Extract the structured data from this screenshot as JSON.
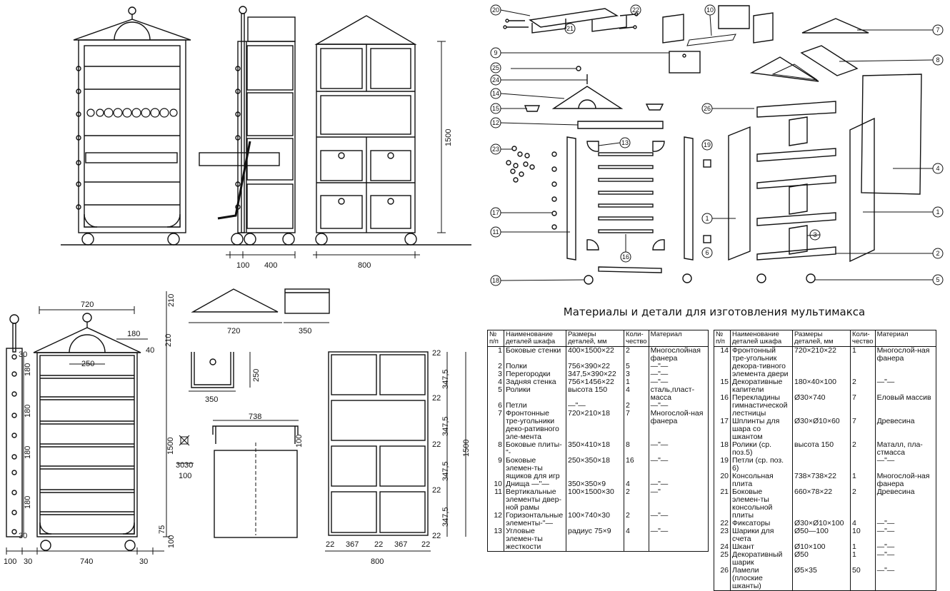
{
  "dimensions": {
    "front_width": "720",
    "depth": "400",
    "depth_side": "100",
    "back_width": "800",
    "total_height": "1500",
    "pediment_width": "720",
    "pediment_height": "210",
    "pediment_depth": "350",
    "capital": "180",
    "capital_h": "40",
    "arch": "250",
    "plinth_top": "210",
    "shelf_step": "180",
    "edge": "30",
    "inner": "740",
    "foot": "100",
    "drawer_w": "350",
    "drawer_h": "250",
    "table_w": "738",
    "table_h": "100",
    "bolt_a": "30",
    "bolt_b": "30",
    "bolt_c": "100",
    "side_small": "75",
    "cell": "347,5",
    "cell_w": "367",
    "rail": "22",
    "bottom_width": "800"
  },
  "callouts": [
    "20",
    "21",
    "22",
    "10",
    "7",
    "9",
    "8",
    "25",
    "24",
    "14",
    "15",
    "26",
    "12",
    "13",
    "23",
    "19",
    "4",
    "17",
    "1",
    "1",
    "11",
    "3",
    "6",
    "2",
    "16",
    "18",
    "5"
  ],
  "title": "Материалы и детали для изготовления мультимакса",
  "table_headers": [
    "№ п/п",
    "Наименование деталей шкафа",
    "Размеры деталей, мм",
    "Коли-чество",
    "Материал"
  ],
  "table_left": [
    {
      "n": "1",
      "name": "Боковые стенки",
      "size": "400×1500×22",
      "qty": "2",
      "mat": "Многослойная фанера"
    },
    {
      "n": "2",
      "name": "Полки",
      "size": "756×390×22",
      "qty": "5",
      "mat": "—\"—"
    },
    {
      "n": "3",
      "name": "Перегородки",
      "size": "347,5×390×22",
      "qty": "3",
      "mat": "—\"—"
    },
    {
      "n": "4",
      "name": "Задняя стенка",
      "size": "756×1456×22",
      "qty": "1",
      "mat": "—\"—"
    },
    {
      "n": "5",
      "name": "Ролики",
      "size": "высота 150",
      "qty": "4",
      "mat": "сталь,пласт-масса"
    },
    {
      "n": "6",
      "name": "Петли",
      "size": "—\"—",
      "qty": "2",
      "mat": "—\"—"
    },
    {
      "n": "7",
      "name": "Фронтонные тре-угольники деко-ративного эле-мента",
      "size": "720×210×18",
      "qty": "7",
      "mat": "Многослой-ная фанера"
    },
    {
      "n": "8",
      "name": "Боковые плиты-\"-",
      "size": "350×410×18",
      "qty": "8",
      "mat": "—\"—"
    },
    {
      "n": "9",
      "name": "Боковые элемен-ты ящиков для игр",
      "size": "250×350×18",
      "qty": "16",
      "mat": "—\"—"
    },
    {
      "n": "10",
      "name": "Днища —\"—",
      "size": "350×350×9",
      "qty": "4",
      "mat": "—\"—"
    },
    {
      "n": "11",
      "name": "Вертикальные элементы двер-ной рамы",
      "size": "100×1500×30",
      "qty": "2",
      "mat": "—\""
    },
    {
      "n": "12",
      "name": "Горизонтальные элементы-\"—",
      "size": "100×740×30",
      "qty": "2",
      "mat": "—\"—"
    },
    {
      "n": "13",
      "name": "Угловые элемен-ты жесткости",
      "size": "радиус 75×9",
      "qty": "4",
      "mat": "—\"—"
    }
  ],
  "table_right": [
    {
      "n": "14",
      "name": "Фронтонный тре-угольник декора-тивного элемента двери",
      "size": "720×210×22",
      "qty": "1",
      "mat": "Многослой-ная фанера"
    },
    {
      "n": "15",
      "name": "Декоративные капители",
      "size": "180×40×100",
      "qty": "2",
      "mat": "—\"—"
    },
    {
      "n": "16",
      "name": "Перекладины гимнастической лестницы",
      "size": "Ø30×740",
      "qty": "7",
      "mat": "Еловый массив"
    },
    {
      "n": "17",
      "name": "Шплинты для шара со шкантом",
      "size": "Ø30×Ø10×60",
      "qty": "7",
      "mat": "Древесина"
    },
    {
      "n": "18",
      "name": "Ролики (ср. поз.5)",
      "size": "высота 150",
      "qty": "2",
      "mat": "Маталл, пла-стмасса"
    },
    {
      "n": "19",
      "name": "Петли (ср. поз. 6)",
      "size": "",
      "qty": "",
      "mat": "—\"—"
    },
    {
      "n": "20",
      "name": "Консольная плита",
      "size": "738×738×22",
      "qty": "1",
      "mat": "Многослой-ная фанера"
    },
    {
      "n": "21",
      "name": "Боковые элемен-ты консольной плиты",
      "size": "660×78×22",
      "qty": "2",
      "mat": "Древесина"
    },
    {
      "n": "22",
      "name": "Фиксаторы",
      "size": "Ø30×Ø10×100",
      "qty": "4",
      "mat": "—\"—"
    },
    {
      "n": "23",
      "name": "Шарики для счета",
      "size": "Ø50—100",
      "qty": "10",
      "mat": "—\"—"
    },
    {
      "n": "24",
      "name": "Шкант",
      "size": "Ø10×100",
      "qty": "1",
      "mat": "—\"—"
    },
    {
      "n": "25",
      "name": "Декоративный шарик",
      "size": "Ø50",
      "qty": "1",
      "mat": "—\"—"
    },
    {
      "n": "26",
      "name": "Ламели (плоские шканты)",
      "size": "Ø5×35",
      "qty": "50",
      "mat": "—\"—"
    }
  ]
}
